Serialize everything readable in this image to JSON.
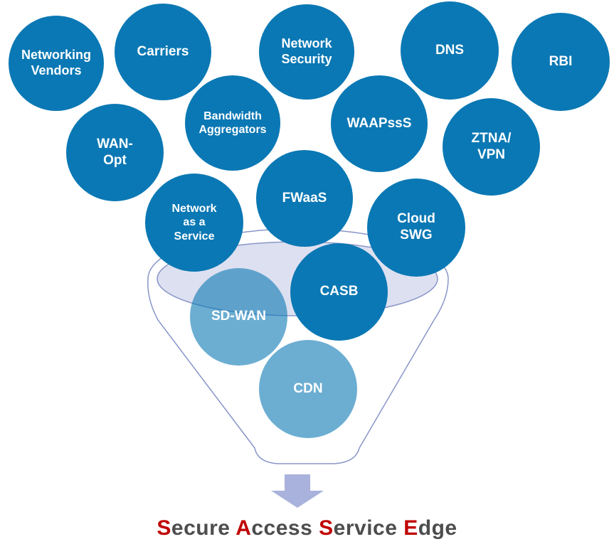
{
  "colors": {
    "circle": "#0a78b4",
    "circle_faded": "#66b0d4",
    "funnel_outline": "#8896c8",
    "funnel_rim": "#dde0f0",
    "arrow": "#a9b2dc",
    "title_text": "#4d4d4d",
    "title_highlight": "#c00000"
  },
  "nodes": {
    "networking_vendors": "Networking\nVendors",
    "carriers": "Carriers",
    "network_security": "Network\nSecurity",
    "dns": "DNS",
    "rbi": "RBI",
    "wan_opt": "WAN-\nOpt",
    "bandwidth_aggregators": "Bandwidth\nAggregators",
    "waapss": "WAAPssS",
    "ztna_vpn": "ZTNA/\nVPN",
    "naas": "Network\nas a\nService",
    "fwaas": "FWaaS",
    "cloud_swg": "Cloud\nSWG",
    "casb": "CASB",
    "sd_wan": "SD-WAN",
    "cdn": "CDN"
  },
  "title": {
    "s_letter": "S",
    "s_rest": "ecure",
    "a_letter": "A",
    "a_rest": "ccess",
    "sv_letter": "S",
    "sv_rest": "ervice",
    "e_letter": "E",
    "e_rest": "dge"
  }
}
